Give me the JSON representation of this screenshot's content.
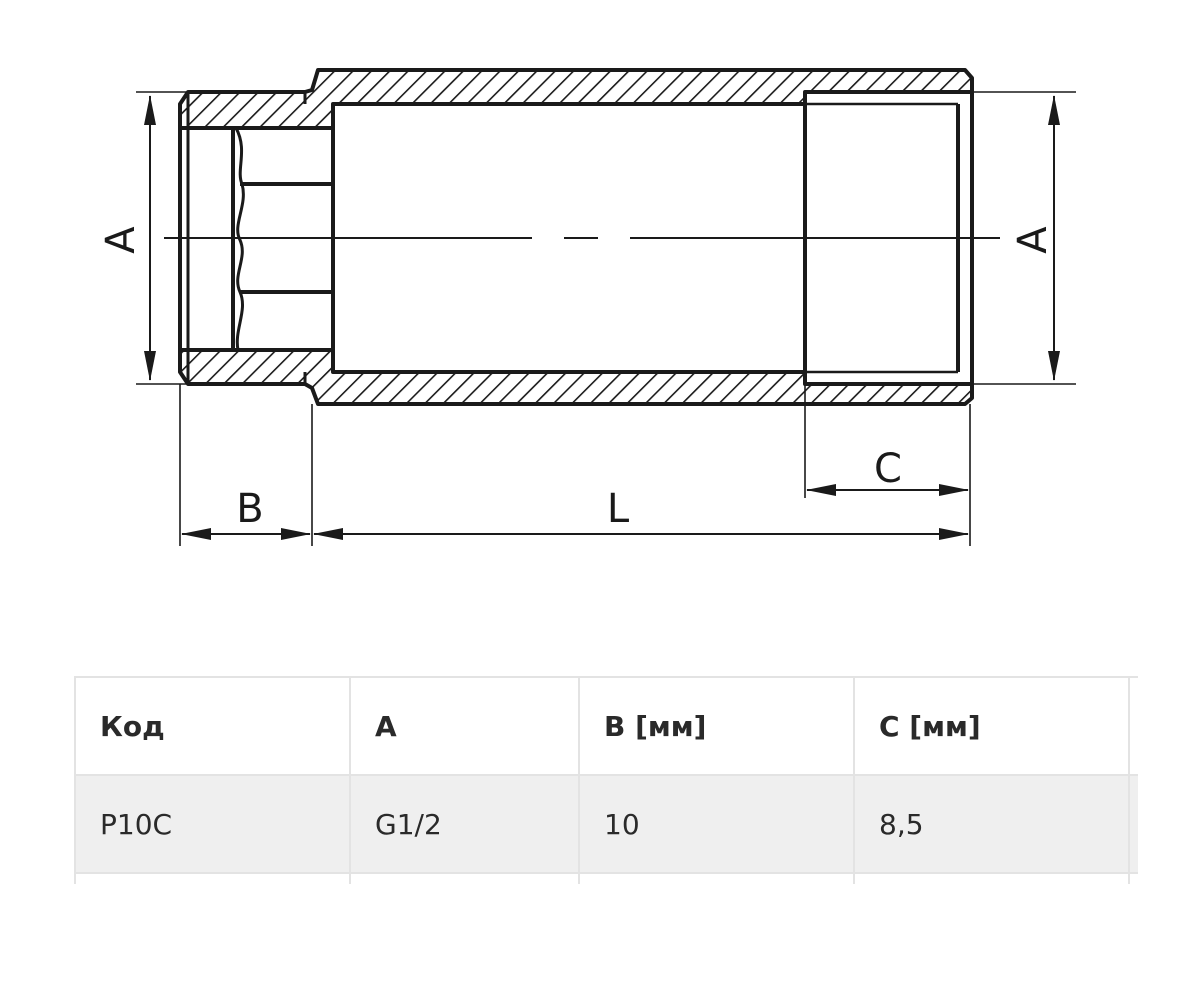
{
  "drawing": {
    "labels": {
      "left_a": "A",
      "right_a": "A",
      "b": "B",
      "l": "L",
      "c": "C"
    },
    "colors": {
      "stroke": "#1a1a1a",
      "hatch": "#1a1a1a",
      "background": "#ffffff"
    }
  },
  "table": {
    "headers": [
      "Код",
      "A",
      "B [мм]",
      "C [мм]",
      ""
    ],
    "rows": [
      [
        "P10C",
        "G1/2",
        "10",
        "8,5",
        ""
      ]
    ],
    "colors": {
      "border": "#e3e3e3",
      "row_fill": "#efefef",
      "text": "#2a2a2a"
    }
  }
}
